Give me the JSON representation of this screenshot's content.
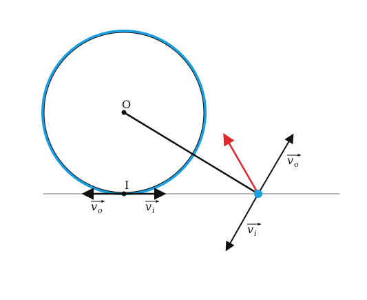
{
  "labels": {
    "center": "O",
    "contact_point": "I",
    "v_symbol": "v",
    "sub_o": "o",
    "sub_i": "i"
  },
  "colors": {
    "circle": "#1a9fe0",
    "line": "#111111",
    "ground": "#8a8a8a",
    "red_arrow": "#e0252b",
    "point": "#1a9fe0"
  }
}
